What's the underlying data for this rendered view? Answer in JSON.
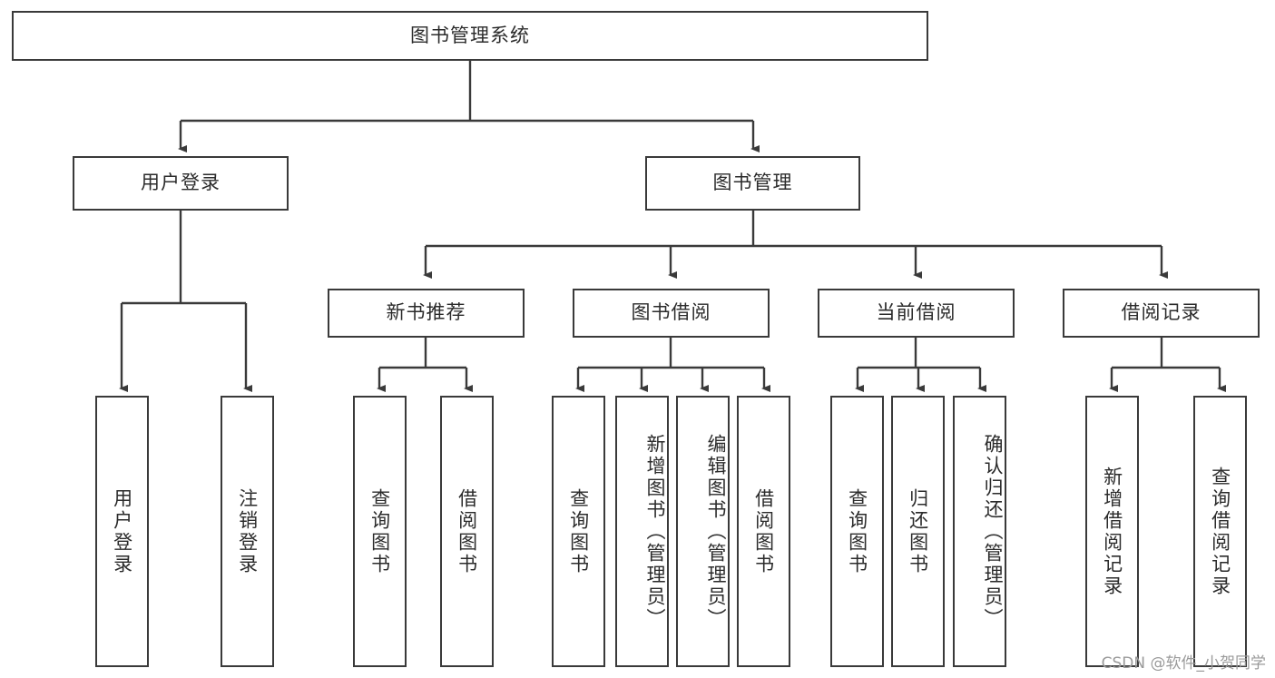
{
  "diagram": {
    "title": "图书管理系统",
    "type": "tree",
    "background_color": "#ffffff",
    "line_color": "#3a3a3a",
    "text_color": "#2b2b2b",
    "watermark": "CSDN @软件_小贺同学",
    "levels": {
      "root": {
        "label": "图书管理系统"
      },
      "level2": [
        {
          "label": "用户登录"
        },
        {
          "label": "图书管理"
        }
      ],
      "level3": [
        {
          "label": "新书推荐"
        },
        {
          "label": "图书借阅"
        },
        {
          "label": "当前借阅"
        },
        {
          "label": "借阅记录"
        }
      ],
      "leaves": {
        "user_login": [
          {
            "label": "用户登录"
          },
          {
            "label": "注销登录"
          }
        ],
        "new_book_recommend": [
          {
            "label": "查询图书"
          },
          {
            "label": "借阅图书"
          }
        ],
        "book_borrow": [
          {
            "label": "查询图书"
          },
          {
            "label": "新增图书（管理员）"
          },
          {
            "label": "编辑图书（管理员）"
          },
          {
            "label": "借阅图书"
          }
        ],
        "current_borrow": [
          {
            "label": "查询图书"
          },
          {
            "label": "归还图书"
          },
          {
            "label": "确认归还（管理员）"
          }
        ],
        "borrow_records": [
          {
            "label": "新增借阅记录"
          },
          {
            "label": "查询借阅记录"
          }
        ]
      }
    }
  }
}
